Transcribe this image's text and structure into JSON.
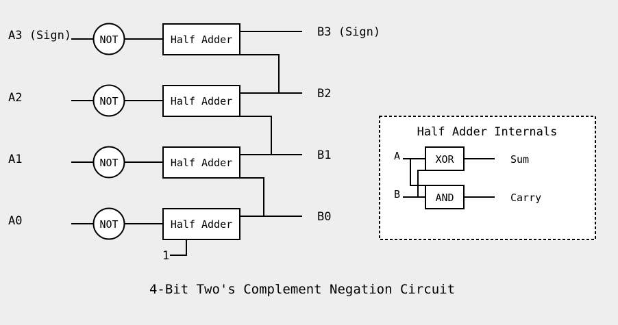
{
  "inputs": [
    "A3 (Sign)",
    "A2",
    "A1",
    "A0"
  ],
  "not_label": "NOT",
  "half_adder_label": "Half Adder",
  "outputs": [
    "B3 (Sign)",
    "B2",
    "B1",
    "B0"
  ],
  "carry_in": "1",
  "caption": "4-Bit Two's Complement Negation Circuit",
  "internals": {
    "title": "Half Adder Internals",
    "input_a": "A",
    "input_b": "B",
    "xor_label": "XOR",
    "and_label": "AND",
    "sum_label": "Sum",
    "carry_label": "Carry"
  }
}
